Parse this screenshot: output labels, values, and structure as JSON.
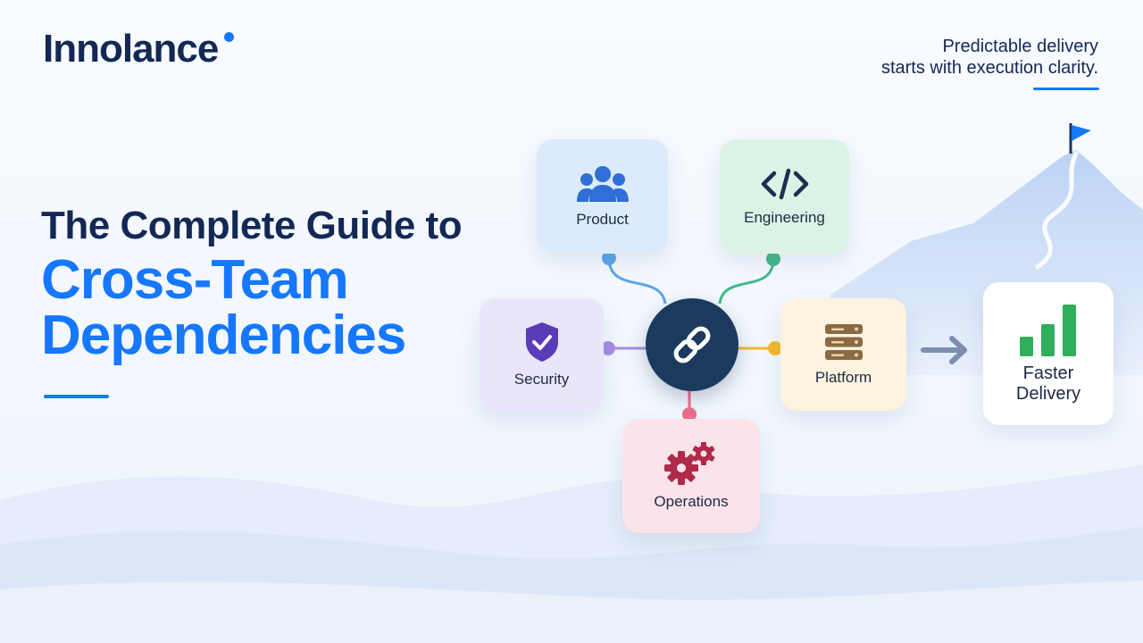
{
  "brand": {
    "name": "Innolance",
    "accent_color": "#1677ff",
    "navy_color": "#142856"
  },
  "tagline": {
    "line1": "Predictable delivery",
    "line2": "starts with execution clarity."
  },
  "headline": {
    "line1": "The Complete Guide to",
    "accent_line1": "Cross-Team",
    "accent_line2": "Dependencies"
  },
  "diagram": {
    "hub_icon": "link-icon",
    "nodes": [
      {
        "id": "product",
        "label": "Product",
        "icon": "people-icon",
        "color": "#2f6fd6",
        "connector_color": "#5aa6ec"
      },
      {
        "id": "engineering",
        "label": "Engineering",
        "icon": "code-icon",
        "color": "#1b2f4f",
        "connector_color": "#45b88a"
      },
      {
        "id": "security",
        "label": "Security",
        "icon": "shield-check-icon",
        "color": "#5a3bb8",
        "connector_color": "#a58de6"
      },
      {
        "id": "platform",
        "label": "Platform",
        "icon": "server-stack-icon",
        "color": "#8a6a44",
        "connector_color": "#f3b92c"
      },
      {
        "id": "operations",
        "label": "Operations",
        "icon": "gears-icon",
        "color": "#b02a4a",
        "connector_color": "#ec6f8c"
      }
    ],
    "outcome": {
      "label_line1": "Faster",
      "label_line2": "Delivery",
      "icon": "bar-chart-icon",
      "color": "#2fae5c",
      "arrow_icon": "arrow-right-icon"
    },
    "goal_icon": "mountain-flag-icon"
  }
}
